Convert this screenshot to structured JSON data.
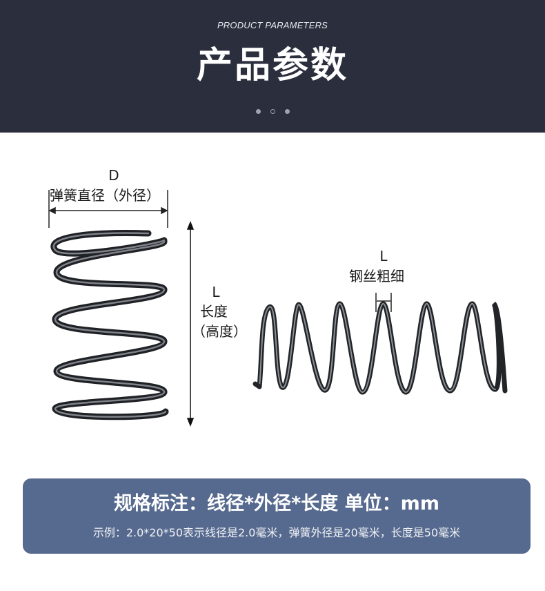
{
  "header": {
    "subtitle": "PRODUCT PARAMETERS",
    "title": "产品参数",
    "dots": [
      "filled",
      "hollow",
      "filled"
    ]
  },
  "diagram_left": {
    "diameter_symbol": "D",
    "diameter_label": "弹簧直径（外径）",
    "length_symbol": "L",
    "length_label": "长度",
    "length_sub_label": "（高度）"
  },
  "diagram_right": {
    "wire_symbol": "L",
    "wire_label": "钢丝粗细"
  },
  "spec": {
    "title": "规格标注：线径*外径*长度  单位：mm",
    "example": "示例：2.0*20*50表示线径是2.0毫米，弹簧外径是20毫米，长度是50毫米"
  },
  "colors": {
    "header_bg": "#2b2f3d",
    "spec_panel_bg": "#56698e",
    "spring_metal": "#3a3d42"
  }
}
